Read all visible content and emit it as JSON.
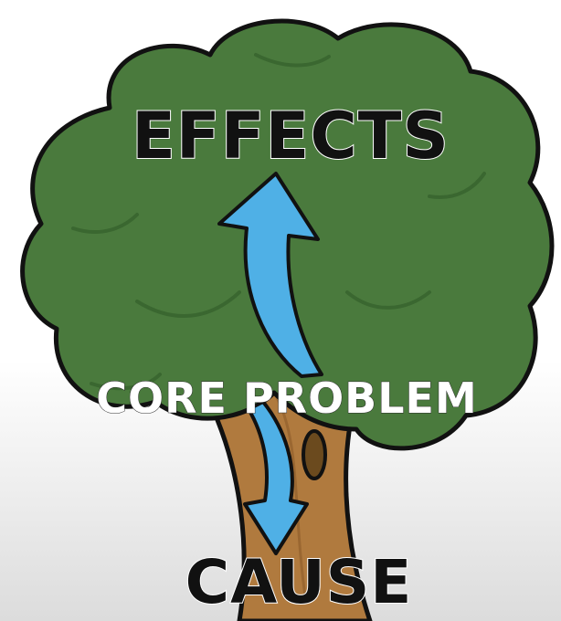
{
  "labels": {
    "effects": "EFFECTS",
    "core_problem": "CORE PROBLEM",
    "cause": "CAUSE"
  },
  "colors": {
    "foliage": "#4a7a3d",
    "foliage_shade": "#3a6730",
    "trunk": "#b07a3e",
    "trunk_shade": "#8c5a2a",
    "outline": "#111111",
    "arrow": "#4fb0e6",
    "knot": "#6b4a1e",
    "effects_text": "#111111",
    "core_text": "#ffffff",
    "cause_text": "#111111"
  },
  "icons": [
    "tree-canopy",
    "tree-trunk",
    "up-arrow",
    "down-arrow",
    "knot"
  ]
}
